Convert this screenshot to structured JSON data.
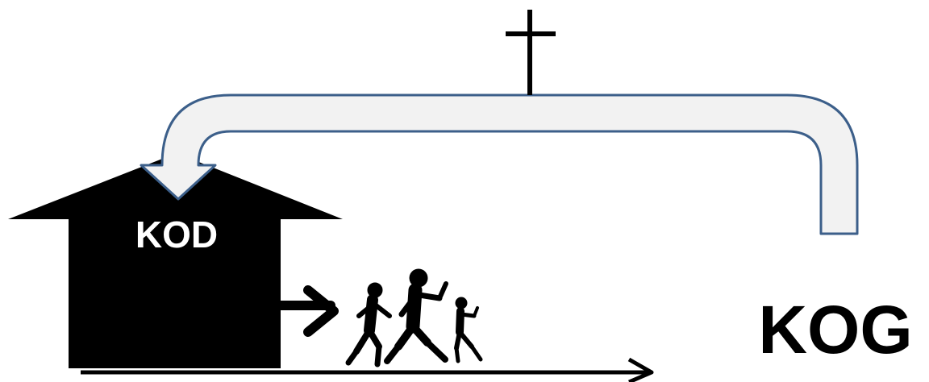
{
  "labels": {
    "house": "KOD",
    "goal": "KOG"
  },
  "icons": {
    "cross": "cross-icon",
    "house": "house-icon",
    "return_arrow": "curved-return-arrow",
    "walkers": "walking-family-icon",
    "path_arrow": "timeline-arrow",
    "exit_arrow": "chevron-arrow"
  },
  "colors": {
    "ink": "#000000",
    "arrow_fill": "#f2f2f2",
    "arrow_stroke": "#3c5f8a",
    "label_on_house": "#ffffff"
  }
}
